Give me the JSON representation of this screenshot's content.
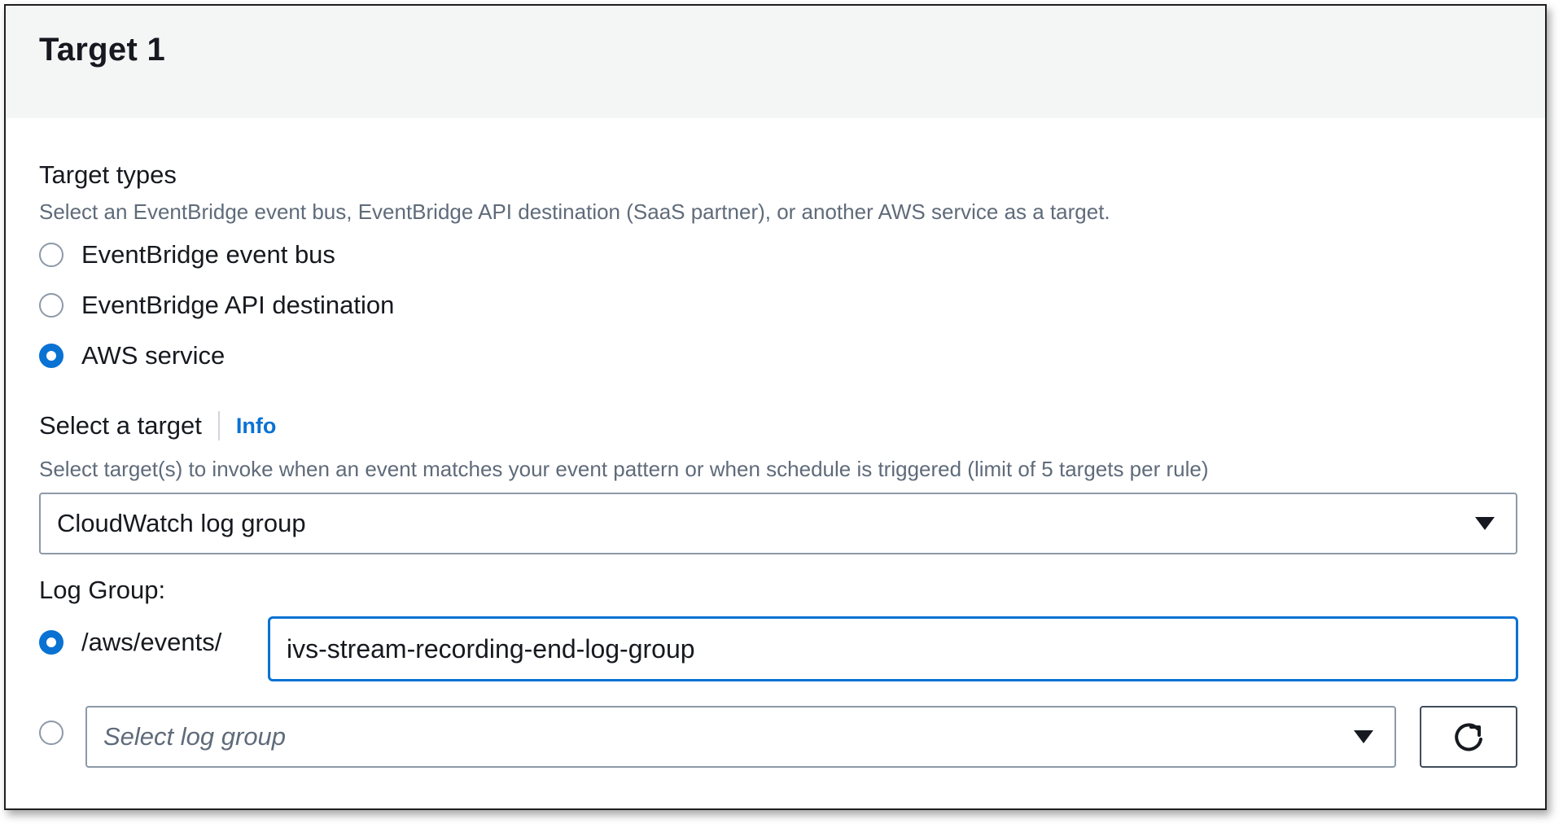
{
  "panel": {
    "title": "Target 1"
  },
  "target_types": {
    "label": "Target types",
    "description": "Select an EventBridge event bus, EventBridge API destination (SaaS partner), or another AWS service as a target.",
    "options": [
      {
        "label": "EventBridge event bus",
        "selected": false
      },
      {
        "label": "EventBridge API destination",
        "selected": false
      },
      {
        "label": "AWS service",
        "selected": true
      }
    ]
  },
  "select_target": {
    "label": "Select a target",
    "info_link": "Info",
    "description": "Select target(s) to invoke when an event matches your event pattern or when schedule is triggered (limit of 5 targets per rule)",
    "value": "CloudWatch log group",
    "caret_icon": "caret-down-icon"
  },
  "log_group": {
    "label": "Log Group:",
    "prefix": "/aws/events/",
    "input_value": "ivs-stream-recording-end-log-group",
    "new_selected": true,
    "existing_placeholder": "Select log group",
    "existing_selected": false,
    "refresh_icon": "refresh-icon"
  },
  "colors": {
    "accent": "#0972d3",
    "text": "#16191f",
    "muted": "#5f6b7a",
    "header_bg": "#f4f5f5"
  }
}
